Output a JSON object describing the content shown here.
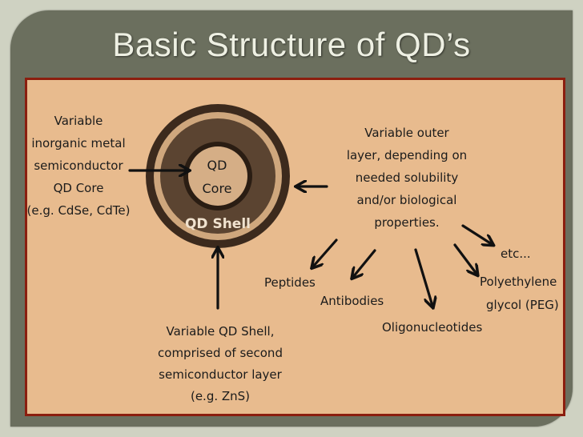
{
  "slide": {
    "title": "Basic Structure of QD’s"
  },
  "diagram": {
    "core_label_line1": "QD",
    "core_label_line2": "Core",
    "shell_label": "QD Shell",
    "core_desc": [
      "Variable",
      "inorganic metal",
      "semiconductor",
      "QD Core",
      "(e.g. CdSe, CdTe)"
    ],
    "outer_desc": [
      "Variable outer",
      "layer, depending on",
      "needed solubility",
      "and/or biological",
      "properties."
    ],
    "shell_desc": [
      "Variable QD Shell,",
      "comprised of second",
      "semiconductor layer",
      "(e.g. ZnS)"
    ],
    "examples": {
      "peptides": "Peptides",
      "antibodies": "Antibodies",
      "oligonucleotides": "Oligonucleotides",
      "peg_line1": "Polyethylene",
      "peg_line2": "glycol (PEG)",
      "etc": "etc..."
    }
  },
  "colors": {
    "outer_ring": "#3c2a1d",
    "outer_band": "#cfa77d",
    "shell": "#5b4431",
    "core": "#d5ae86",
    "panel": "#e8bb8e",
    "border": "#8b1e0f"
  }
}
